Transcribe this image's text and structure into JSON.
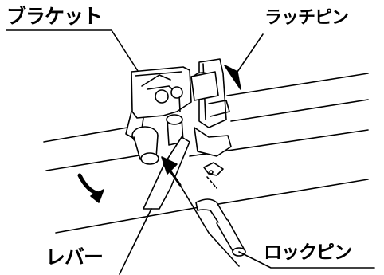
{
  "labels": {
    "bracket": "ブラケット",
    "latch_pin": "ラッチピン",
    "lever": "レバー",
    "lock_pin": "ロックピン"
  },
  "colors": {
    "line": "#000000",
    "fill": "#ffffff"
  }
}
